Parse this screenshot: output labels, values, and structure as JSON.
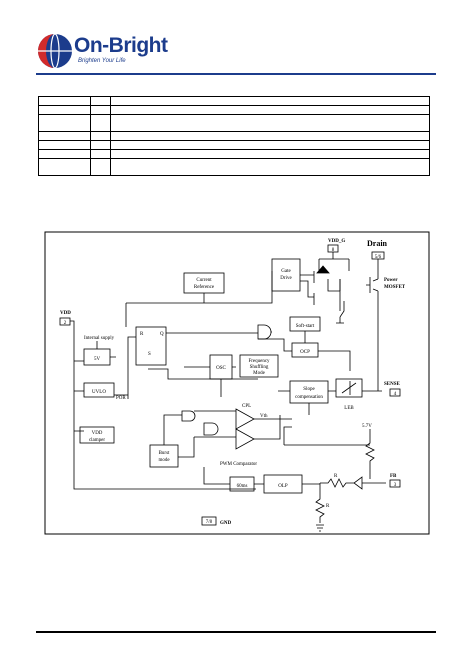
{
  "header": {
    "logo_name": "On-Bright",
    "logo_tagline": "Brighten Your Life",
    "colors": {
      "brand_blue": "#1c3c8c",
      "logo_red": "#d22b2b"
    }
  },
  "pin_table": {
    "rows": [
      {
        "h": 9
      },
      {
        "h": 9
      },
      {
        "h": 17
      },
      {
        "h": 9
      },
      {
        "h": 9
      },
      {
        "h": 9
      },
      {
        "h": 17
      }
    ]
  },
  "block_diagram": {
    "labels": {
      "vdd_g": "VDD_G",
      "drain": "Drain",
      "power_mosfet_1": "Power",
      "power_mosfet_2": "MOSFET",
      "pin_drain": "5/6",
      "pin_vddg": "8",
      "gate_drive_1": "Gate",
      "gate_drive_2": "Drive",
      "current_ref_1": "Current",
      "current_ref_2": "Reference",
      "vdd": "VDD",
      "pin_vdd": "2",
      "internal_supply": "Internal supply",
      "sr_r": "R",
      "sr_q": "Q",
      "sr_s": "S",
      "five_v": "5V",
      "uvlo": "UVLO",
      "por": "POR",
      "vdd_clamper_1": "VDD",
      "vdd_clamper_2": "clamper",
      "soft_start": "Soft-start",
      "ocp": "OCP",
      "osc": "OSC",
      "freq_shuffle_1": "Frequency",
      "freq_shuffle_2": "Shuffling",
      "freq_shuffle_3": "Mode",
      "slope_comp_1": "Slope",
      "slope_comp_2": "compensation",
      "leb": "LEB",
      "sense": "SENSE",
      "pin_sense": "4",
      "cpl": "CPL",
      "vth": "Vth",
      "burst_1": "Burst",
      "burst_2": "mode",
      "pwm_comp": "PWM Comparator",
      "five_v_ref": "5.7V",
      "r_top": "R",
      "r_bottom": "R",
      "fb": "FB",
      "pin_fb": "3",
      "olp": "OLP",
      "blank": "60ms",
      "gnd": "GND",
      "pin_gnd": "7/8"
    }
  }
}
